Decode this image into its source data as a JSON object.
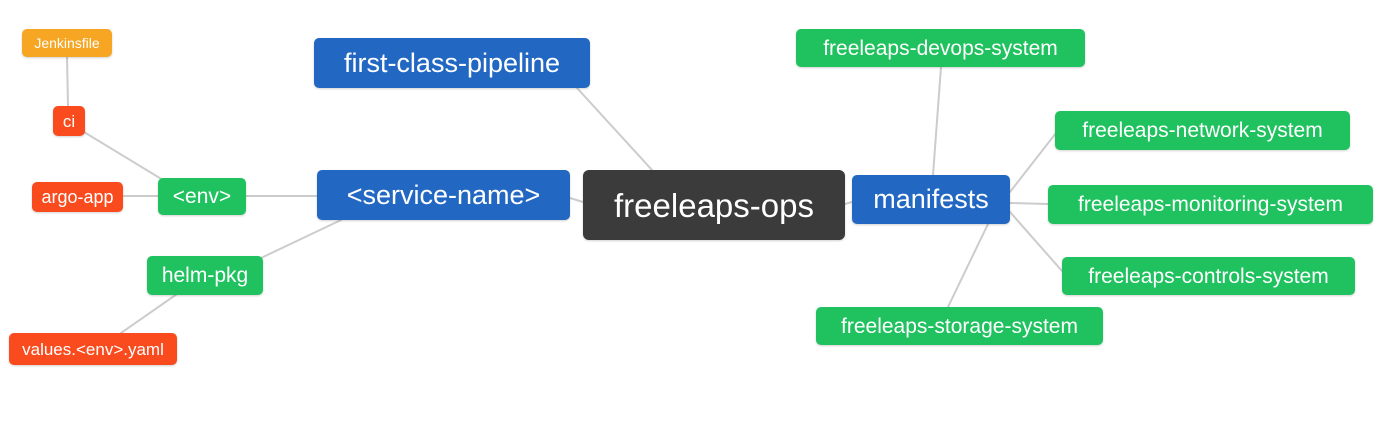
{
  "diagram": {
    "type": "mindmap",
    "root_label": "freeleaps-ops",
    "nodes": [
      {
        "id": "jenkinsfile",
        "label": "Jenkinsfile",
        "role": "file-node",
        "color": "#f6a623"
      },
      {
        "id": "ci",
        "label": "ci",
        "role": "process-node",
        "color": "#f94b1d"
      },
      {
        "id": "argo-app",
        "label": "argo-app",
        "role": "process-node",
        "color": "#f94b1d"
      },
      {
        "id": "env",
        "label": "<env>",
        "role": "leaf-node",
        "color": "#1fc25e"
      },
      {
        "id": "helm-pkg",
        "label": "helm-pkg",
        "role": "leaf-node",
        "color": "#1fc25e"
      },
      {
        "id": "values-env-yaml",
        "label": "values.<env>.yaml",
        "role": "file-node",
        "color": "#f94b1d"
      },
      {
        "id": "first-class-pipeline",
        "label": "first-class-pipeline",
        "role": "branch-node",
        "color": "#2268c3"
      },
      {
        "id": "service-name",
        "label": "<service-name>",
        "role": "branch-node",
        "color": "#2268c3"
      },
      {
        "id": "freeleaps-ops",
        "label": "freeleaps-ops",
        "role": "root-node",
        "color": "#3b3b3b"
      },
      {
        "id": "manifests",
        "label": "manifests",
        "role": "branch-node",
        "color": "#2268c3"
      },
      {
        "id": "freeleaps-devops-system",
        "label": "freeleaps-devops-system",
        "role": "leaf-node",
        "color": "#1fc25e"
      },
      {
        "id": "freeleaps-network-system",
        "label": "freeleaps-network-system",
        "role": "leaf-node",
        "color": "#1fc25e"
      },
      {
        "id": "freeleaps-monitoring-system",
        "label": "freeleaps-monitoring-system",
        "role": "leaf-node",
        "color": "#1fc25e"
      },
      {
        "id": "freeleaps-controls-system",
        "label": "freeleaps-controls-system",
        "role": "leaf-node",
        "color": "#1fc25e"
      },
      {
        "id": "freeleaps-storage-system",
        "label": "freeleaps-storage-system",
        "role": "leaf-node",
        "color": "#1fc25e"
      }
    ],
    "edges": [
      {
        "from": "jenkinsfile",
        "to": "ci"
      },
      {
        "from": "ci",
        "to": "env"
      },
      {
        "from": "argo-app",
        "to": "env"
      },
      {
        "from": "env",
        "to": "service-name"
      },
      {
        "from": "helm-pkg",
        "to": "service-name"
      },
      {
        "from": "values-env-yaml",
        "to": "helm-pkg"
      },
      {
        "from": "first-class-pipeline",
        "to": "freeleaps-ops"
      },
      {
        "from": "service-name",
        "to": "freeleaps-ops"
      },
      {
        "from": "freeleaps-ops",
        "to": "manifests"
      },
      {
        "from": "manifests",
        "to": "freeleaps-devops-system"
      },
      {
        "from": "manifests",
        "to": "freeleaps-network-system"
      },
      {
        "from": "manifests",
        "to": "freeleaps-monitoring-system"
      },
      {
        "from": "manifests",
        "to": "freeleaps-controls-system"
      },
      {
        "from": "manifests",
        "to": "freeleaps-storage-system"
      }
    ],
    "colors": {
      "root_bg": "#3b3b3b",
      "branch_bg": "#2268c3",
      "leaf_green_bg": "#1fc25e",
      "leaf_red_bg": "#f94b1d",
      "leaf_orange_bg": "#f6a623",
      "edge": "#cccccc",
      "text": "#ffffff",
      "background": "#ffffff"
    }
  }
}
